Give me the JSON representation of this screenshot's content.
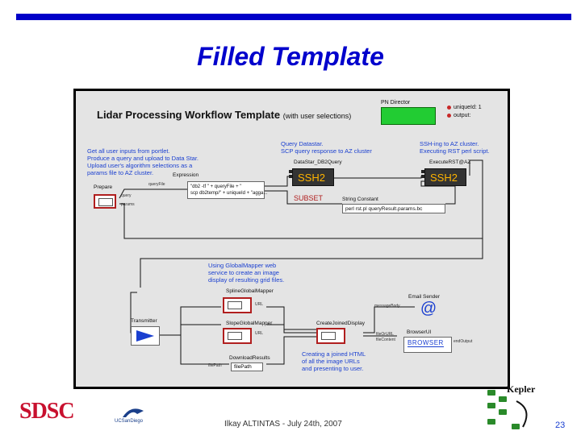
{
  "slide": {
    "title": "Filled Template",
    "footer": "Ilkay ALTINTAS - July 24th, 2007",
    "page_number": "23",
    "logos": {
      "sdsc": "SDSC",
      "ucsd": "UCSanDiego",
      "kepler": "Kepler"
    }
  },
  "workflow": {
    "title": "Lidar Processing Workflow Template",
    "subtitle": "(with user selections)",
    "director": "PN Director",
    "params": [
      "uniqueId: 1",
      "output:"
    ],
    "notes": {
      "prepare": "Get all user inputs from portlet.\nProduce a query and upload to Data Star.\nUpload user's algorithm selections as a\nparams file to AZ cluster.",
      "query": "Query Datastar.\nSCP query response to AZ cluster",
      "ssh": "SSH-ing to AZ cluster.\nExecuting RST perl script.",
      "mapper": "Using GlobalMapper web\nservice to create an image\ndisplay of resulting grid files.",
      "html": "Creating a joined HTML\nof all the image URLs\nand presenting to user."
    },
    "actors": {
      "prepare": "Prepare",
      "expression": "Expression",
      "expression_text": "\"db2 -tf \" + queryFile + \"\nscp db2temp/\" + uniqueId + \"agga...",
      "datastar": "DataStar_DB2Query",
      "ssh_label": "SSH2",
      "subset": "SUBSET",
      "string_constant": "String Constant",
      "string_constant_value": "perl rst.pl queryResult.params.bc",
      "execute_rst": "ExecuteRST@AZ",
      "spline": "SplineGlobalMapper",
      "slope": "SlopeGlobalMapper",
      "download": "DownloadResults",
      "transmitter": "Transmitter",
      "email": "Email Sender",
      "joined": "CreateJoinedDisplay",
      "browserui": "BrowserUI",
      "browser": "BROWSER",
      "file_path": "filePath"
    },
    "ports": {
      "querytoks": "queryFile",
      "query": "query",
      "params": "params",
      "url1": "URL",
      "url2": "URL",
      "file_path_in": "filePath",
      "message_body": "messageBody",
      "file_or_url": "fileOrURL",
      "file_content": "fileContent",
      "end_output": "endOutput"
    }
  }
}
